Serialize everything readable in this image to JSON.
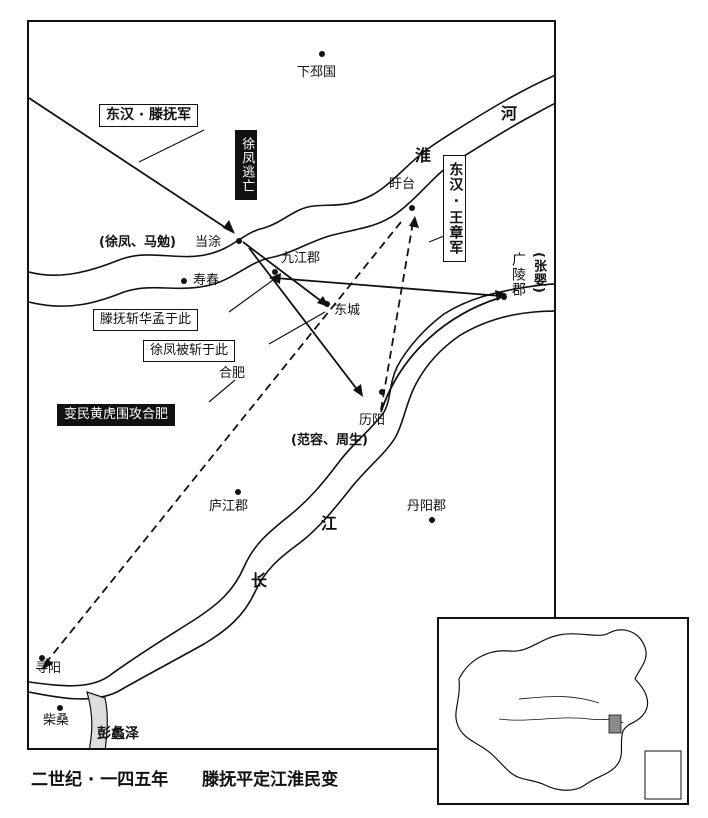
{
  "places": {
    "xiapi": "下邳国",
    "xuyi": "盱台",
    "dangtu_prefix": "(徐凤、马勉)",
    "dangtu": "当涂",
    "jiujiang": "九江郡",
    "shouchun": "寿春",
    "dongcheng": "东城",
    "hefei": "合肥",
    "liyang": "历阳",
    "liyang_note": "(范容、周生)",
    "lujiang": "庐江郡",
    "danyang": "丹阳郡",
    "guangling": "广陵郡",
    "guangling_note": "(张婴)",
    "xunyang": "寻阳",
    "chaisang": "柴桑"
  },
  "rivers": {
    "huai": [
      "淮",
      "河"
    ],
    "jiang": [
      "长",
      "江"
    ],
    "pengli": "彭蠡泽"
  },
  "annotations": {
    "army_teng": "东汉 · 滕抚军",
    "army_wang": "东汉 · 王章军",
    "xufeng_flee": "徐凤逃亡",
    "teng_kill": "滕抚斩华孟于此",
    "xufeng_killed": "徐凤被斩于此",
    "huanghu": "变民黄虎围攻合肥"
  },
  "caption": {
    "period": "二世纪 · 一四五年",
    "title": "滕抚平定江淮民变"
  },
  "colors": {
    "ink": "#111111",
    "highlight": "#8a8a8a"
  }
}
